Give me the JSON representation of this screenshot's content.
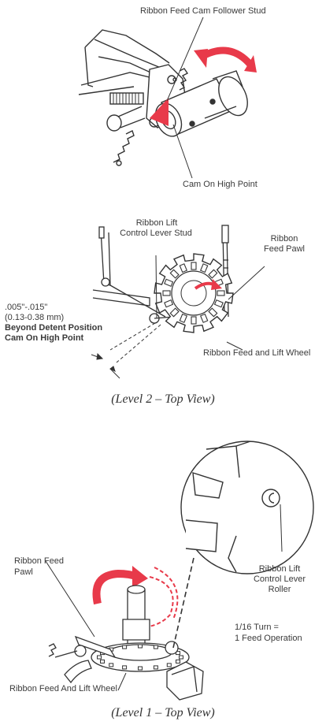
{
  "level3": {
    "stud_label": "Ribbon Feed Cam Follower Stud",
    "cam_label": "Cam On High Point"
  },
  "level2": {
    "lift_stud_label_1": "Ribbon Lift",
    "lift_stud_label_2": "Control Lever Stud",
    "feed_pawl_label_1": "Ribbon",
    "feed_pawl_label_2": "Feed Pawl",
    "spec_1": ".005\"-.015\"",
    "spec_2": "(0.13-0.38 mm)",
    "spec_3": "Beyond Detent Position",
    "spec_4": "Cam On High Point",
    "wheel_label": "Ribbon Feed and Lift Wheel",
    "caption": "(Level 2 – Top View)"
  },
  "level1": {
    "pawl_label_1": "Ribbon Feed",
    "pawl_label_2": "Pawl",
    "roller_label_1": "Ribbon Lift",
    "roller_label_2": "Control Lever",
    "roller_label_3": "Roller",
    "turn_label_1": "1/16 Turn =",
    "turn_label_2": "1 Feed Operation",
    "wheel_label": "Ribbon Feed And Lift Wheel",
    "caption": "(Level 1 – Top View)"
  },
  "colors": {
    "accent": "#e83a4a",
    "line": "#333333"
  }
}
